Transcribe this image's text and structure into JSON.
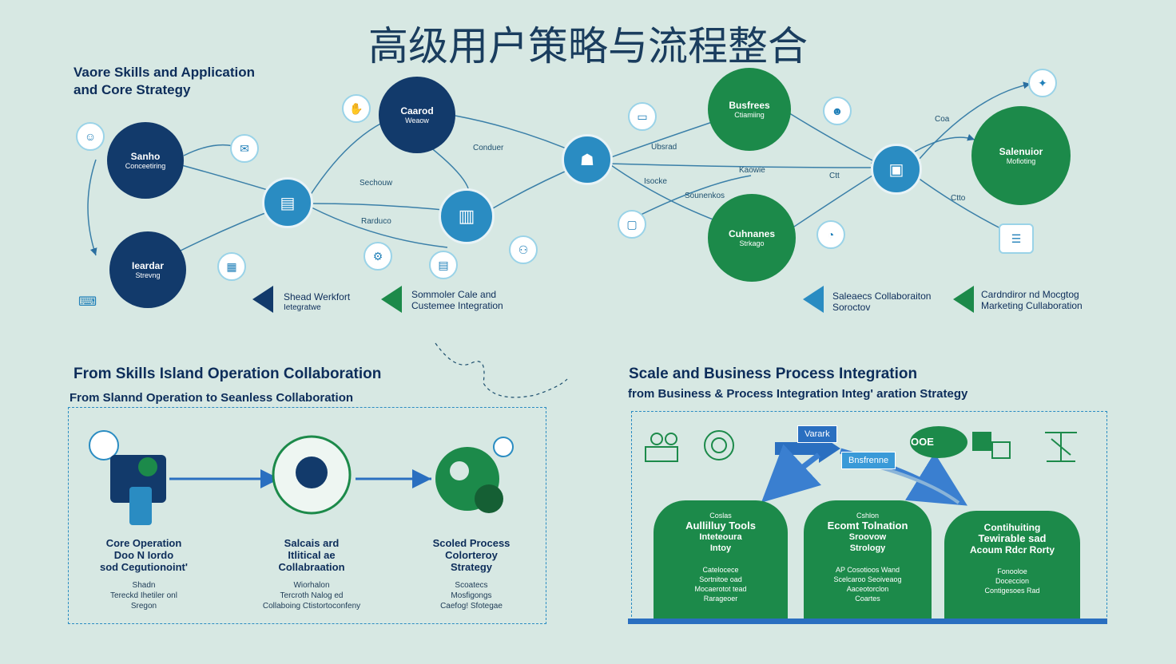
{
  "title": "高级用户策略与流程整合",
  "top_left_heading": {
    "line1": "Vaore Skills and Application",
    "line2": "and Core Strategy"
  },
  "nodes": [
    {
      "id": "n1",
      "t": "Sanho",
      "s": "Conceetiring"
    },
    {
      "id": "n2",
      "t": "Ieardar",
      "s": "Strevng"
    },
    {
      "id": "n3",
      "t": "Caarod",
      "s": "Weaow"
    },
    {
      "id": "n4",
      "t": "Busfrees",
      "s": "Ctiamiing"
    },
    {
      "id": "n5",
      "t": "Cuhnanes",
      "s": "Strkago"
    },
    {
      "id": "n6",
      "t": "Salenuior",
      "s": "Mofioting"
    }
  ],
  "edge_labels": [
    "Conduer",
    "Sechouw",
    "Rarduco",
    "Ubsrad",
    "Isocke",
    "Sounenkos",
    "Kaowie",
    "Ctt",
    "Ctto",
    "Coa"
  ],
  "legend": [
    {
      "color": "#123a6b",
      "text1": "Shead Werkfort",
      "text2": "Ietegratwe"
    },
    {
      "color": "#1c8a4a",
      "text1": "Sommoler Cale and",
      "text2": "Custemee Integration"
    },
    {
      "color": "#2a8cc2",
      "text1": "Saleaecs Collaboraiton",
      "text2": "Soroctov"
    },
    {
      "color": "#1c8a4a",
      "text1": "Cardndiror nd Mocgtog",
      "text2": "Marketing Cullaboration"
    }
  ],
  "left_section": {
    "title": "From Skills Island Operation Collaboration",
    "subtitle": "From Slannd Operation to Seanless Collaboration",
    "steps": [
      {
        "label1": "Core Operation",
        "label2": "Doo N Iordo",
        "label3": "sod Cegutionoint'",
        "sub1": "Shadn",
        "sub2": "Tereckd Ihetiler onl",
        "sub3": "Sregon"
      },
      {
        "label1": "Salcais ard",
        "label2": "Itlitical ae",
        "label3": "Collabraation",
        "sub1": "Wiorhalon",
        "sub2": "Tercroth Nalog ed",
        "sub3": "Collaboing Ctistortoconfeny"
      },
      {
        "label1": "Scoled Process",
        "label2": "Colorteroy",
        "label3": "Strategy",
        "sub1": "Scoatecs",
        "sub2": "Mosfigongs",
        "sub3": "Caefog! Sfotegae"
      }
    ]
  },
  "right_section": {
    "title": "Scale and Business Process Integration",
    "subtitle": "from Business & Process Integration Integ' aration Strategy",
    "tag1": "Varark",
    "tag2": "Bnsfrenne",
    "badge": "OOE",
    "cards": [
      {
        "top": "Coslas",
        "title1": "Aullilluy Tools",
        "title2": "Inteteoura",
        "title3": "Intoy",
        "sub1": "Catelocece",
        "sub2": "Sortnitoe oad",
        "sub3": "Mocaerotot tead",
        "sub4": "Rarageoer"
      },
      {
        "top": "Cshlon",
        "title1": "Ecomt Tolnation",
        "title2": "Sroovow",
        "title3": "Strology",
        "sub1": "AP Cosotioos Wand",
        "sub2": "Scelcaroo Seoiveaog",
        "sub3": "Aaceotorclon",
        "sub4": "Coartes"
      },
      {
        "top": "",
        "title1": "Contihuiting",
        "title2": "Tewirable sad",
        "title3": "Acoum Rdcr Rorty",
        "sub1": "Fonooloe",
        "sub2": "Doceccion",
        "sub3": "Contigesoes Rad",
        "sub4": ""
      }
    ]
  }
}
